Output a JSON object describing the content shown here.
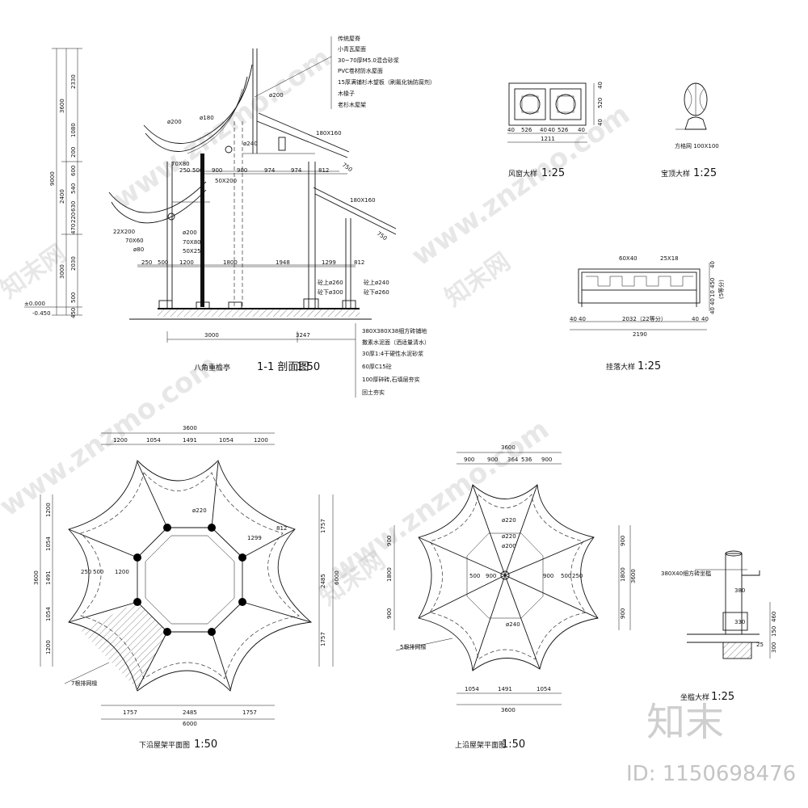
{
  "section": {
    "title": "八角重檐亭",
    "drawing_name": "1-1 剖面图",
    "drawing_scale": "1:50",
    "roof_layers": [
      "传统屋脊",
      "小青瓦屋面",
      "30~70厚M5.0混合砂浆",
      "PVC卷材防水屋面",
      "15厚满铺杉木望板（刷氟化钠防腐剂）",
      "木椽子",
      "老杉木屋架"
    ],
    "floor_layers": [
      "380X380X38细方砖铺地",
      "撒素水泥面（洒适量清水）",
      "30厚1:4干硬性水泥砂浆",
      "60厚C15砼",
      "100厚碎砖,石填层夯实",
      "回土夯实"
    ],
    "left_dims": [
      "9000",
      "3600",
      "2400",
      "3000",
      "2330",
      "1080",
      "200",
      "600",
      "540",
      "630",
      "220",
      "470",
      "2030",
      "500",
      "450"
    ],
    "elevations": [
      "±0.000",
      "-0.450"
    ],
    "top_dims": [
      "250",
      "500",
      "900",
      "900",
      "974",
      "974",
      "812"
    ],
    "bottom_dims": [
      "250",
      "500",
      "1200",
      "1800",
      "1948",
      "1299",
      "812"
    ],
    "base_dims": [
      "3000",
      "3247"
    ],
    "members": [
      "ø200",
      "ø180",
      "ø240",
      "ø200",
      "70X80",
      "50X200",
      "180X160",
      "180X160",
      "22X200",
      "70X60",
      "ø80",
      "ø200",
      "70X80",
      "50X25",
      "750",
      "750"
    ],
    "column_notes": [
      "砼上ø260",
      "砼下ø300",
      "砼上ø240",
      "砼下ø260"
    ]
  },
  "wind_window": {
    "title": "风窗大样",
    "scale": "1:25",
    "dims_h": [
      "40",
      "526",
      "40",
      "40",
      "526",
      "40"
    ],
    "total": "1211",
    "dims_v": [
      "40",
      "520",
      "40"
    ]
  },
  "finial": {
    "title": "宝顶大样",
    "scale": "1:25",
    "note": "方格网 100X100"
  },
  "lattice": {
    "title": "挂落大样",
    "scale": "1:25",
    "labels": [
      "60X40",
      "25X18"
    ],
    "dims_h": [
      "40",
      "40",
      "2032（22等分）",
      "40",
      "40"
    ],
    "total": "2190",
    "dims_v": [
      "40",
      "450",
      "10",
      "40",
      "40"
    ],
    "divisions": "(5等分)"
  },
  "lower_plan": {
    "title": "下沿屋架平面图",
    "scale": "1:50",
    "top_dims": [
      "1200",
      "1054",
      "1491",
      "1054",
      "1200"
    ],
    "top_total": "3600",
    "left_dims": [
      "1200",
      "1054",
      "1491",
      "1054",
      "1200"
    ],
    "left_total": "3600",
    "right_dims": [
      "1757",
      "2485",
      "1757"
    ],
    "right_total": "6000",
    "bottom_dims": [
      "1757",
      "2485",
      "1757"
    ],
    "bottom_total": "6000",
    "inner": [
      "ø220",
      "1299",
      "812",
      "250",
      "500",
      "1200"
    ],
    "note": "7根排网椽"
  },
  "upper_plan": {
    "title": "上沿屋架平面图",
    "scale": "1:50",
    "top_dims": [
      "900",
      "900",
      "364",
      "536",
      "900"
    ],
    "top_total": "3600",
    "left_dims": [
      "900",
      "1800",
      "900"
    ],
    "right_dims": [
      "900",
      "1800",
      "900"
    ],
    "right_total": "3600",
    "bottom_dims": [
      "1054",
      "1491",
      "1054"
    ],
    "bottom_total": "3600",
    "inner": [
      "ø220",
      "ø220",
      "ø200",
      "ø240",
      "500",
      "900",
      "900",
      "500",
      "250"
    ],
    "note": "5根排网椽"
  },
  "seat": {
    "title": "坐槛大样",
    "scale": "1:25",
    "label": "380X40细方砖坐槛",
    "dims": [
      "380",
      "330",
      "460",
      "150",
      "300",
      "25"
    ]
  },
  "watermarks": [
    "www.znzmo.com",
    "知末网",
    "知末"
  ],
  "id_label": "ID: 1150698476"
}
